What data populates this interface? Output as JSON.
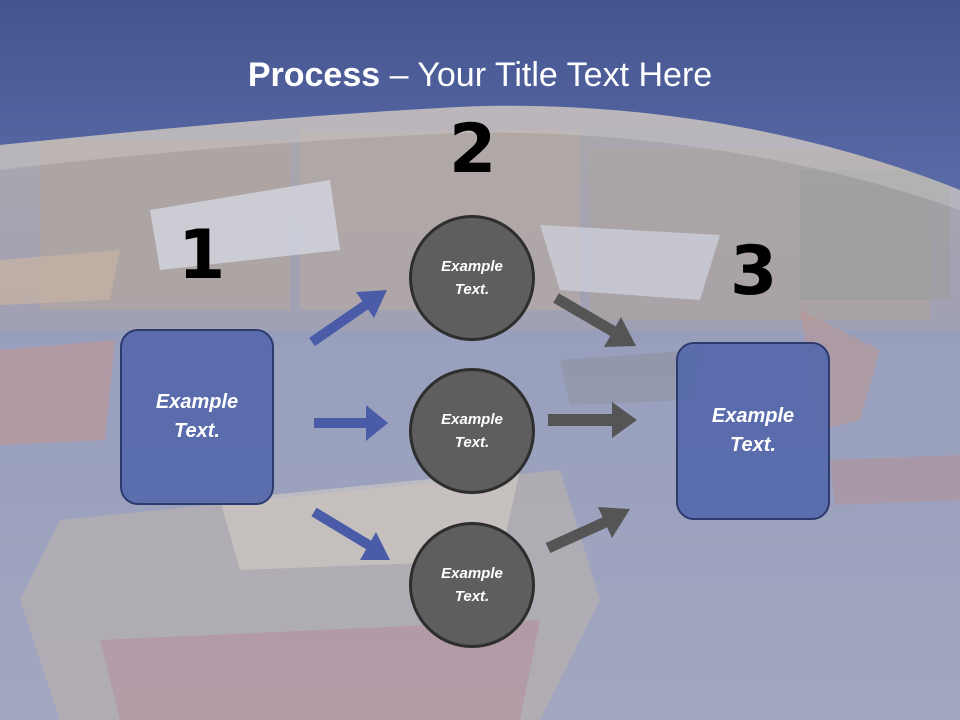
{
  "title": {
    "bold": "Process",
    "rest": " – Your Title Text Here"
  },
  "steps": {
    "one": "1",
    "two": "2",
    "three": "3"
  },
  "left_box": {
    "text": "Example Text."
  },
  "right_box": {
    "text": "Example Text."
  },
  "circles": [
    {
      "text": "Example Text."
    },
    {
      "text": "Example Text."
    },
    {
      "text": "Example Text."
    }
  ],
  "colors": {
    "header": "#4f5f9e",
    "box": "#5568aa",
    "circle": "#5e5e5e",
    "blue_arrow": "#4a5ca8",
    "gray_arrow": "#555555"
  }
}
